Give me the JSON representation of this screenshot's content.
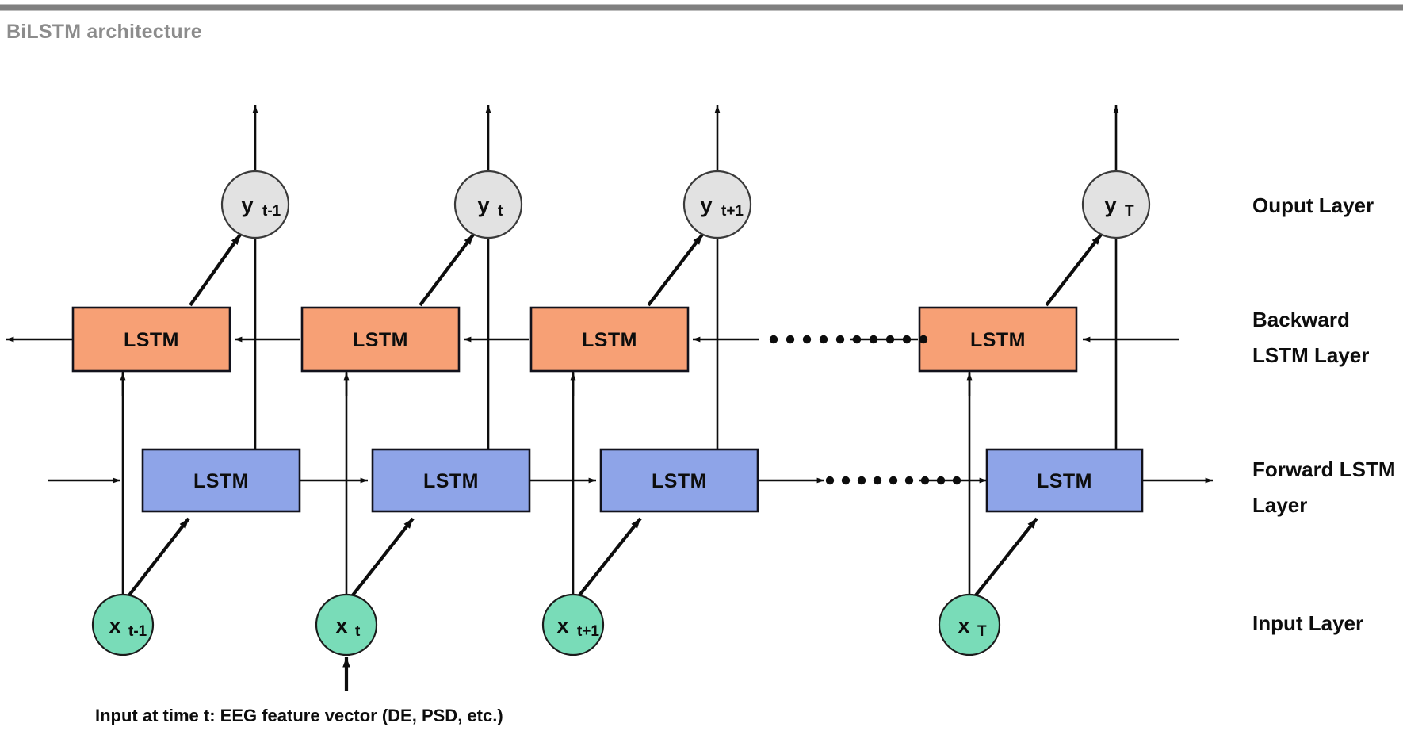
{
  "figure": {
    "title": "BiLSTM architecture",
    "caption": "Input at time t: EEG feature vector (DE, PSD, etc.)"
  },
  "colors": {
    "title": "#8c8c8c",
    "top_rule": "#808080",
    "forward_lstm_fill": "#8ea4e8",
    "backward_lstm_fill": "#f7a075",
    "input_node_fill": "#79dcb8",
    "output_node_fill": "#e2e2e2",
    "edge": "#0d0d0d"
  },
  "layer_labels": [
    {
      "id": "output",
      "text": "Ouput Layer",
      "lines": [
        "Ouput Layer"
      ]
    },
    {
      "id": "backward",
      "text": "Backward LSTM Layer",
      "lines": [
        "Backward",
        "LSTM Layer"
      ]
    },
    {
      "id": "forward",
      "text": "Forward LSTM Layer",
      "lines": [
        "Forward LSTM",
        "Layer"
      ]
    },
    {
      "id": "input",
      "text": "Input Layer",
      "lines": [
        "Input Layer"
      ]
    }
  ],
  "timesteps": [
    {
      "id": "t-1",
      "input": {
        "base": "x",
        "sub": "t-1"
      },
      "output": {
        "base": "y",
        "sub": "t-1"
      },
      "forward_cell": "LSTM",
      "backward_cell": "LSTM"
    },
    {
      "id": "t",
      "input": {
        "base": "x",
        "sub": "t"
      },
      "output": {
        "base": "y",
        "sub": "t"
      },
      "forward_cell": "LSTM",
      "backward_cell": "LSTM"
    },
    {
      "id": "t+1",
      "input": {
        "base": "x",
        "sub": "t+1"
      },
      "output": {
        "base": "y",
        "sub": "t+1"
      },
      "forward_cell": "LSTM",
      "backward_cell": "LSTM"
    },
    {
      "id": "T",
      "input": {
        "base": "x",
        "sub": "T"
      },
      "output": {
        "base": "y",
        "sub": "T"
      },
      "forward_cell": "LSTM",
      "backward_cell": "LSTM"
    }
  ],
  "ellipsis": [
    {
      "id": "backward-ellipsis",
      "dots": 10
    },
    {
      "id": "forward-ellipsis",
      "dots": 10
    }
  ]
}
